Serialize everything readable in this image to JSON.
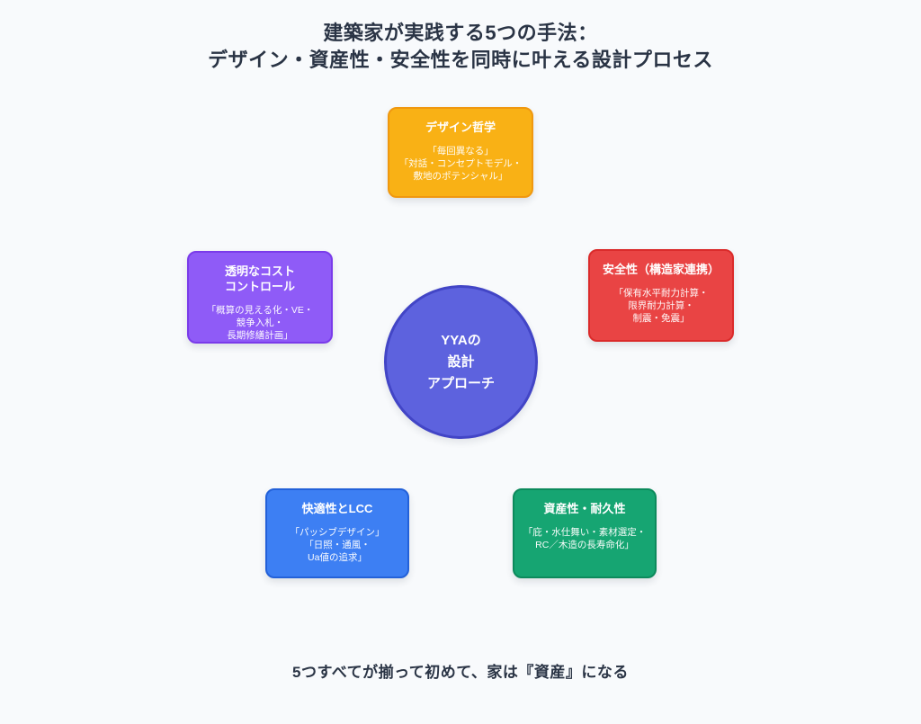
{
  "title": {
    "line1": "建築家が実践する5つの手法：",
    "line2": "デザイン・資産性・安全性を同時に叶える設計プロセス"
  },
  "center": {
    "label": "YYAの\n設計\nアプローチ",
    "fill": "#5D62DE",
    "border": "#4245C6"
  },
  "nodes": {
    "top": {
      "title": "デザイン哲学",
      "body": "「毎回異なる」\n「対話・コンセプトモデル・\n敷地のポテンシャル」",
      "fill": "#F9B115",
      "border": "#F0980F"
    },
    "left": {
      "title": "透明なコスト\nコントロール",
      "body": "「概算の見える化・VE・\n競争入札・\n長期修繕計画」",
      "fill": "#8F5BF7",
      "border": "#7A3BEA"
    },
    "right": {
      "title": "安全性（構造家連携）",
      "body": "「保有水平耐力計算・\n限界耐力計算・\n制震・免震」",
      "fill": "#E94444",
      "border": "#DB2B2B"
    },
    "bottom_left": {
      "title": "快適性とLCC",
      "body": "「パッシブデザイン」\n「日照・通風・\nUa値の追求」",
      "fill": "#3D7FF3",
      "border": "#2361D9"
    },
    "bottom_right": {
      "title": "資産性・耐久性",
      "body": "「庇・水仕舞い・素材選定・\nRC／木造の長寿命化」",
      "fill": "#16A572",
      "border": "#0C8A5C"
    }
  },
  "caption": "5つすべてが揃って初めて、家は『資産』になる",
  "colors": {
    "background": "#F8FAFC",
    "heading_text": "#2A3445",
    "node_text": "#FFFFFF"
  }
}
